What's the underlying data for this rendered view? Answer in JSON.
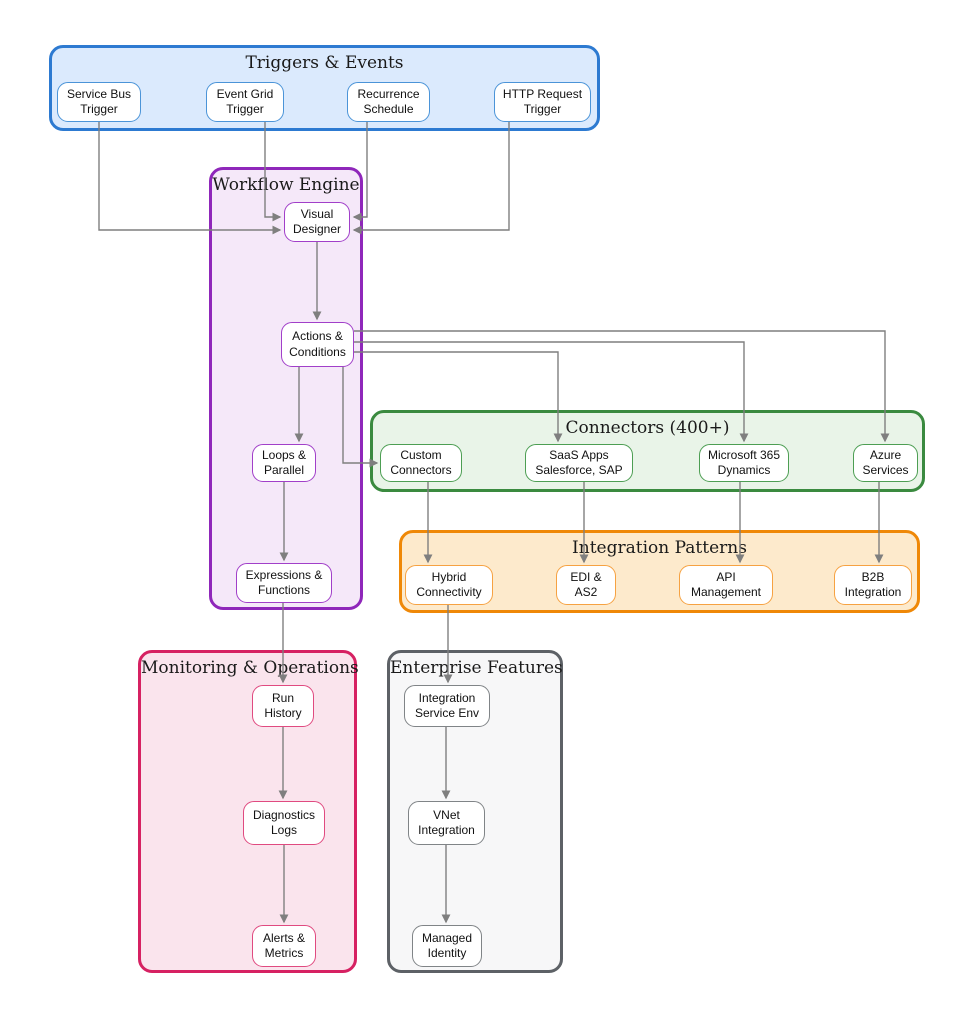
{
  "colors": {
    "edge": "#7f7f7f",
    "text": "#111111",
    "triggers_accent": "#2d7ad1",
    "triggers_fill": "#dbeafd",
    "workflow_accent": "#8f27ba",
    "workflow_fill": "#f5e8f9",
    "connectors_accent": "#3a8a3f",
    "connectors_fill": "#e9f4e8",
    "patterns_accent": "#ef8807",
    "patterns_fill": "#fdeacc",
    "monitoring_accent": "#d62162",
    "monitoring_fill": "#fae4ed",
    "enterprise_accent": "#5d6166",
    "enterprise_fill": "#f7f7f8"
  },
  "sections": [
    {
      "id": "triggers",
      "title": "Triggers & Events",
      "nodes": [
        {
          "id": "service-bus-trigger",
          "label": "Service Bus Trigger"
        },
        {
          "id": "event-grid-trigger",
          "label": "Event Grid Trigger"
        },
        {
          "id": "recurrence-schedule",
          "label": "Recurrence Schedule"
        },
        {
          "id": "http-request-trigger",
          "label": "HTTP Request Trigger"
        }
      ]
    },
    {
      "id": "workflow",
      "title": "Workflow Engine",
      "nodes": [
        {
          "id": "visual-designer",
          "label": "Visual Designer"
        },
        {
          "id": "actions-conditions",
          "label": "Actions & Conditions"
        },
        {
          "id": "loops-parallel",
          "label": "Loops & Parallel"
        },
        {
          "id": "expressions-functions",
          "label": "Expressions & Functions"
        }
      ]
    },
    {
      "id": "connectors",
      "title": "Connectors (400+)",
      "nodes": [
        {
          "id": "custom-connectors",
          "label": "Custom Connectors"
        },
        {
          "id": "saas-apps",
          "label": "SaaS Apps Salesforce, SAP"
        },
        {
          "id": "microsoft-365",
          "label": "Microsoft 365 Dynamics"
        },
        {
          "id": "azure-services",
          "label": "Azure Services"
        }
      ]
    },
    {
      "id": "patterns",
      "title": "Integration Patterns",
      "nodes": [
        {
          "id": "hybrid-connectivity",
          "label": "Hybrid Connectivity"
        },
        {
          "id": "edi-as2",
          "label": "EDI & AS2"
        },
        {
          "id": "api-management",
          "label": "API Management"
        },
        {
          "id": "b2b-integration",
          "label": "B2B Integration"
        }
      ]
    },
    {
      "id": "monitoring",
      "title": "Monitoring & Operations",
      "nodes": [
        {
          "id": "run-history",
          "label": "Run History"
        },
        {
          "id": "diagnostics-logs",
          "label": "Diagnostics Logs"
        },
        {
          "id": "alerts-metrics",
          "label": "Alerts & Metrics"
        }
      ]
    },
    {
      "id": "enterprise",
      "title": "Enterprise Features",
      "nodes": [
        {
          "id": "integration-service-env",
          "label": "Integration Service Env"
        },
        {
          "id": "vnet-integration",
          "label": "VNet Integration"
        },
        {
          "id": "managed-identity",
          "label": "Managed Identity"
        }
      ]
    }
  ],
  "edges": [
    {
      "from": "service-bus-trigger",
      "to": "visual-designer"
    },
    {
      "from": "event-grid-trigger",
      "to": "visual-designer"
    },
    {
      "from": "recurrence-schedule",
      "to": "visual-designer"
    },
    {
      "from": "http-request-trigger",
      "to": "visual-designer"
    },
    {
      "from": "visual-designer",
      "to": "actions-conditions"
    },
    {
      "from": "actions-conditions",
      "to": "loops-parallel"
    },
    {
      "from": "actions-conditions",
      "to": "custom-connectors"
    },
    {
      "from": "actions-conditions",
      "to": "saas-apps"
    },
    {
      "from": "actions-conditions",
      "to": "microsoft-365"
    },
    {
      "from": "actions-conditions",
      "to": "azure-services"
    },
    {
      "from": "loops-parallel",
      "to": "expressions-functions"
    },
    {
      "from": "expressions-functions",
      "to": "run-history"
    },
    {
      "from": "custom-connectors",
      "to": "hybrid-connectivity"
    },
    {
      "from": "saas-apps",
      "to": "edi-as2"
    },
    {
      "from": "microsoft-365",
      "to": "api-management"
    },
    {
      "from": "azure-services",
      "to": "b2b-integration"
    },
    {
      "from": "hybrid-connectivity",
      "to": "integration-service-env"
    },
    {
      "from": "run-history",
      "to": "diagnostics-logs"
    },
    {
      "from": "diagnostics-logs",
      "to": "alerts-metrics"
    },
    {
      "from": "integration-service-env",
      "to": "vnet-integration"
    },
    {
      "from": "vnet-integration",
      "to": "managed-identity"
    }
  ]
}
